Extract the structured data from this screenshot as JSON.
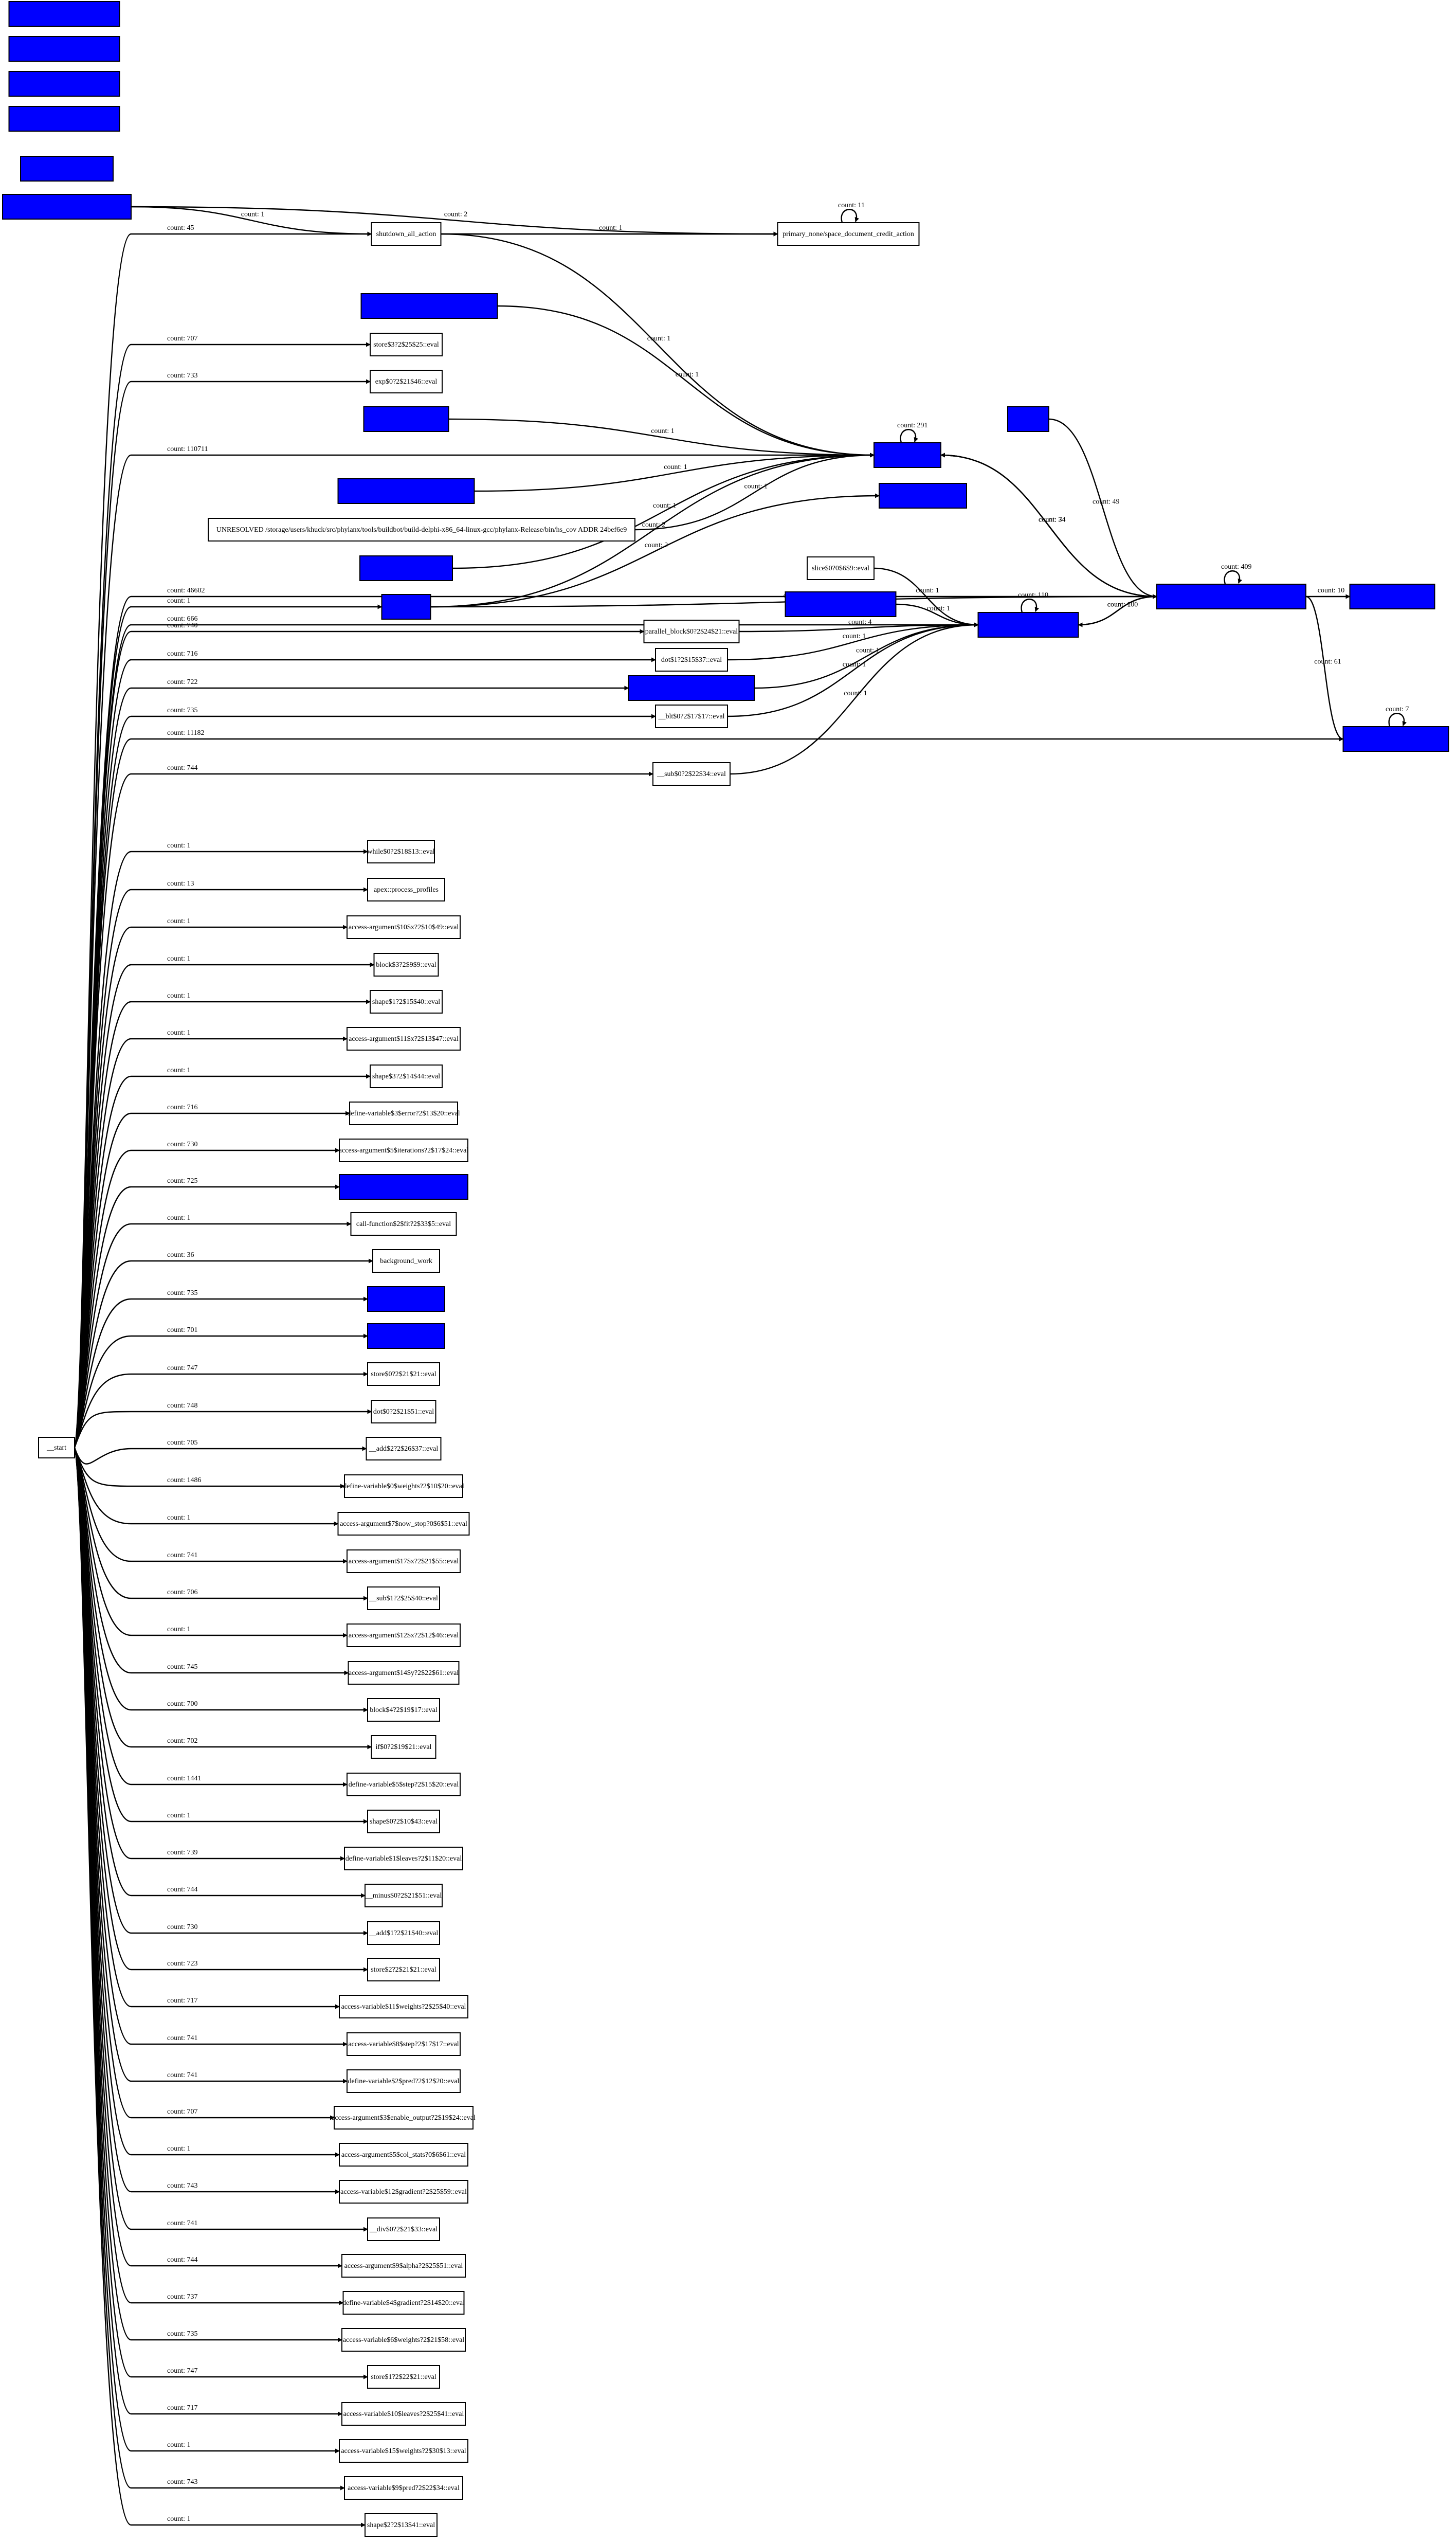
{
  "colors": {
    "node_fill_default": "#ffffff",
    "node_fill_highlight": "#0000ff",
    "stroke": "#000000",
    "background": "#ffffff"
  },
  "nodes": [
    {
      "id": "start",
      "label": "__start",
      "fill": "white"
    },
    {
      "id": "b1",
      "label": "",
      "fill": "blue"
    },
    {
      "id": "b2",
      "label": "",
      "fill": "blue"
    },
    {
      "id": "b3",
      "label": "",
      "fill": "blue"
    },
    {
      "id": "b4",
      "label": "",
      "fill": "blue"
    },
    {
      "id": "b5",
      "label": "",
      "fill": "blue"
    },
    {
      "id": "b6",
      "label": "",
      "fill": "blue"
    },
    {
      "id": "shutdown",
      "label": "shutdown_all_action",
      "fill": "white"
    },
    {
      "id": "primary",
      "label": "primary_none/space_document_credit_action",
      "fill": "white"
    },
    {
      "id": "b7",
      "label": "",
      "fill": "blue"
    },
    {
      "id": "store3",
      "label": "store$3?2$25$25::eval",
      "fill": "white"
    },
    {
      "id": "exp",
      "label": "exp$0?2$21$46::eval",
      "fill": "white"
    },
    {
      "id": "b8",
      "label": "",
      "fill": "blue"
    },
    {
      "id": "hubA",
      "label": "",
      "fill": "blue"
    },
    {
      "id": "b9",
      "label": "",
      "fill": "blue"
    },
    {
      "id": "b10",
      "label": "",
      "fill": "blue"
    },
    {
      "id": "unresolved",
      "label": "UNRESOLVED /storage/users/khuck/src/phylanx/tools/buildbot/build-delphi-x86_64-linux-gcc/phylanx-Release/bin/hs_cov ADDR 24bef6e9",
      "fill": "white"
    },
    {
      "id": "b11",
      "label": "",
      "fill": "blue"
    },
    {
      "id": "b12",
      "label": "",
      "fill": "blue"
    },
    {
      "id": "b13",
      "label": "",
      "fill": "blue"
    },
    {
      "id": "slice",
      "label": "slice$0?0$6$9::eval",
      "fill": "white"
    },
    {
      "id": "b14",
      "label": "",
      "fill": "blue"
    },
    {
      "id": "hubB",
      "label": "",
      "fill": "blue"
    },
    {
      "id": "hubC",
      "label": "",
      "fill": "blue"
    },
    {
      "id": "b15",
      "label": "",
      "fill": "blue"
    },
    {
      "id": "hubD",
      "label": "",
      "fill": "blue"
    },
    {
      "id": "parallel",
      "label": "parallel_block$0?2$24$21::eval",
      "fill": "white"
    },
    {
      "id": "dot1",
      "label": "dot$1?2$15$37::eval",
      "fill": "white"
    },
    {
      "id": "b16",
      "label": "",
      "fill": "blue"
    },
    {
      "id": "blt",
      "label": "__blt$0?2$17$17::eval",
      "fill": "white"
    },
    {
      "id": "sub0",
      "label": "__sub$0?2$22$34::eval",
      "fill": "white"
    },
    {
      "id": "while",
      "label": "while$0?2$18$13::eval",
      "fill": "white"
    },
    {
      "id": "apex",
      "label": "apex::process_profiles",
      "fill": "white"
    },
    {
      "id": "aa10",
      "label": "access-argument$10$x?2$10$49::eval",
      "fill": "white"
    },
    {
      "id": "block3",
      "label": "block$3?2$9$9::eval",
      "fill": "white"
    },
    {
      "id": "shape1",
      "label": "shape$1?2$15$40::eval",
      "fill": "white"
    },
    {
      "id": "aa11",
      "label": "access-argument$11$x?2$13$47::eval",
      "fill": "white"
    },
    {
      "id": "shape3",
      "label": "shape$3?2$14$44::eval",
      "fill": "white"
    },
    {
      "id": "dv3",
      "label": "define-variable$3$error?2$13$20::eval",
      "fill": "white"
    },
    {
      "id": "aa5",
      "label": "access-argument$5$iterations?2$17$24::eval",
      "fill": "white"
    },
    {
      "id": "b17",
      "label": "",
      "fill": "blue"
    },
    {
      "id": "cf",
      "label": "call-function$2$fit?2$33$5::eval",
      "fill": "white"
    },
    {
      "id": "bgwork",
      "label": "background_work",
      "fill": "white"
    },
    {
      "id": "b18",
      "label": "",
      "fill": "blue"
    },
    {
      "id": "b19",
      "label": "",
      "fill": "blue"
    },
    {
      "id": "store0",
      "label": "store$0?2$21$21::eval",
      "fill": "white"
    },
    {
      "id": "dot0",
      "label": "dot$0?2$21$51::eval",
      "fill": "white"
    },
    {
      "id": "add2",
      "label": "__add$2?2$26$37::eval",
      "fill": "white"
    },
    {
      "id": "dv0",
      "label": "define-variable$0$weights?2$10$20::eval",
      "fill": "white"
    },
    {
      "id": "aa7",
      "label": "access-argument$7$now_stop?0$6$51::eval",
      "fill": "white"
    },
    {
      "id": "aa17",
      "label": "access-argument$17$x?2$21$55::eval",
      "fill": "white"
    },
    {
      "id": "sub1",
      "label": "__sub$1?2$25$40::eval",
      "fill": "white"
    },
    {
      "id": "aa12",
      "label": "access-argument$12$x?2$12$46::eval",
      "fill": "white"
    },
    {
      "id": "aa14",
      "label": "access-argument$14$y?2$22$61::eval",
      "fill": "white"
    },
    {
      "id": "block4",
      "label": "block$4?2$19$17::eval",
      "fill": "white"
    },
    {
      "id": "if",
      "label": "if$0?2$19$21::eval",
      "fill": "white"
    },
    {
      "id": "dv5",
      "label": "define-variable$5$step?2$15$20::eval",
      "fill": "white"
    },
    {
      "id": "shape0",
      "label": "shape$0?2$10$43::eval",
      "fill": "white"
    },
    {
      "id": "dv1",
      "label": "define-variable$1$leaves?2$11$20::eval",
      "fill": "white"
    },
    {
      "id": "minus",
      "label": "__minus$0?2$21$51::eval",
      "fill": "white"
    },
    {
      "id": "add1",
      "label": "__add$1?2$21$40::eval",
      "fill": "white"
    },
    {
      "id": "store2",
      "label": "store$2?2$21$21::eval",
      "fill": "white"
    },
    {
      "id": "av11",
      "label": "access-variable$11$weights?2$25$40::eval",
      "fill": "white"
    },
    {
      "id": "av8",
      "label": "access-variable$8$step?2$17$17::eval",
      "fill": "white"
    },
    {
      "id": "dv2",
      "label": "define-variable$2$pred?2$12$20::eval",
      "fill": "white"
    },
    {
      "id": "aa3",
      "label": "access-argument$3$enable_output?2$19$24::eval",
      "fill": "white"
    },
    {
      "id": "aa5b",
      "label": "access-argument$5$col_stats?0$6$61::eval",
      "fill": "white"
    },
    {
      "id": "av12",
      "label": "access-variable$12$gradient?2$25$59::eval",
      "fill": "white"
    },
    {
      "id": "div",
      "label": "__div$0?2$21$33::eval",
      "fill": "white"
    },
    {
      "id": "aa9",
      "label": "access-argument$9$alpha?2$25$51::eval",
      "fill": "white"
    },
    {
      "id": "dv4",
      "label": "define-variable$4$gradient?2$14$20::eval",
      "fill": "white"
    },
    {
      "id": "av6",
      "label": "access-variable$6$weights?2$21$58::eval",
      "fill": "white"
    },
    {
      "id": "store1",
      "label": "store$1?2$22$21::eval",
      "fill": "white"
    },
    {
      "id": "av10",
      "label": "access-variable$10$leaves?2$25$41::eval",
      "fill": "white"
    },
    {
      "id": "av15",
      "label": "access-variable$15$weights?2$30$13::eval",
      "fill": "white"
    },
    {
      "id": "av9",
      "label": "access-variable$9$pred?2$22$34::eval",
      "fill": "white"
    },
    {
      "id": "shape2",
      "label": "shape$2?2$13$41::eval",
      "fill": "white"
    }
  ],
  "edges": [
    {
      "from": "b6",
      "to": "shutdown",
      "label": "count: 1"
    },
    {
      "from": "b6",
      "to": "primary",
      "label": "count: 2"
    },
    {
      "from": "primary",
      "to": "primary",
      "label": "count: 11"
    },
    {
      "from": "shutdown",
      "to": "primary",
      "label": "count: 1"
    },
    {
      "from": "shutdown",
      "to": "hubA",
      "label": "count: 1"
    },
    {
      "from": "start",
      "to": "primary",
      "label": "count: 45"
    },
    {
      "from": "start",
      "to": "store3",
      "label": "count: 707"
    },
    {
      "from": "start",
      "to": "exp",
      "label": "count: 733"
    },
    {
      "from": "b7",
      "to": "hubA",
      "label": "count: 1"
    },
    {
      "from": "b8",
      "to": "hubA",
      "label": "count: 1"
    },
    {
      "from": "start",
      "to": "hubA",
      "label": "count: 110711"
    },
    {
      "from": "hubA",
      "to": "hubA",
      "label": "count: 291"
    },
    {
      "from": "b9",
      "to": "hubA",
      "label": "count: 1"
    },
    {
      "from": "unresolved",
      "to": "hubA",
      "label": "count: 1"
    },
    {
      "from": "b10",
      "to": "hubA",
      "label": "count: 1"
    },
    {
      "from": "b11",
      "to": "hubA",
      "label": "count: 2"
    },
    {
      "from": "b11",
      "to": "hubB",
      "label": "count: 1"
    },
    {
      "from": "b11",
      "to": "b12",
      "label": "count: 2"
    },
    {
      "from": "start",
      "to": "b11",
      "label": "count: 1"
    },
    {
      "from": "hubA",
      "to": "hubB",
      "label": "count: 3"
    },
    {
      "from": "hubB",
      "to": "hubA",
      "label": "count: 34"
    },
    {
      "from": "b13",
      "to": "hubB",
      "label": "count: 49"
    },
    {
      "from": "hubC",
      "to": "hubB",
      "label": "count: 100"
    },
    {
      "from": "hubB",
      "to": "hubC",
      "label": "count: 1"
    },
    {
      "from": "hubC",
      "to": "hubC",
      "label": "count: 110"
    },
    {
      "from": "hubB",
      "to": "hubB",
      "label": "count: 409"
    },
    {
      "from": "hubB",
      "to": "hubA",
      "label": "count: 7"
    },
    {
      "from": "hubB",
      "to": "b15",
      "label": "count: 10"
    },
    {
      "from": "hubB",
      "to": "hubD",
      "label": "count: 61"
    },
    {
      "from": "hubD",
      "to": "hubD",
      "label": "count: 7"
    },
    {
      "from": "slice",
      "to": "hubC",
      "label": "count: 1"
    },
    {
      "from": "b14",
      "to": "hubC",
      "label": "count: 1"
    },
    {
      "from": "start",
      "to": "parallel",
      "label": "count: 740"
    },
    {
      "from": "parallel",
      "to": "hubC",
      "label": "count: 4"
    },
    {
      "from": "start",
      "to": "dot1",
      "label": "count: 716"
    },
    {
      "from": "dot1",
      "to": "hubC",
      "label": "count: 1"
    },
    {
      "from": "start",
      "to": "b16",
      "label": "count: 722"
    },
    {
      "from": "b16",
      "to": "hubC",
      "label": "count: 1"
    },
    {
      "from": "start",
      "to": "blt",
      "label": "count: 735"
    },
    {
      "from": "blt",
      "to": "hubC",
      "label": "count: 1"
    },
    {
      "from": "start",
      "to": "hubC",
      "label": "count: 666"
    },
    {
      "from": "start",
      "to": "sub0",
      "label": "count: 744"
    },
    {
      "from": "sub0",
      "to": "hubC",
      "label": "count: 1"
    },
    {
      "from": "start",
      "to": "hubB",
      "label": "count: 46602"
    },
    {
      "from": "start",
      "to": "hubD",
      "label": "count: 11182"
    },
    {
      "from": "start",
      "to": "while",
      "label": "count: 1"
    },
    {
      "from": "start",
      "to": "apex",
      "label": "count: 13"
    },
    {
      "from": "start",
      "to": "aa10",
      "label": "count: 1"
    },
    {
      "from": "start",
      "to": "block3",
      "label": "count: 1"
    },
    {
      "from": "start",
      "to": "shape1",
      "label": "count: 1"
    },
    {
      "from": "start",
      "to": "aa11",
      "label": "count: 1"
    },
    {
      "from": "start",
      "to": "shape3",
      "label": "count: 1"
    },
    {
      "from": "start",
      "to": "dv3",
      "label": "count: 716"
    },
    {
      "from": "start",
      "to": "aa5",
      "label": "count: 730"
    },
    {
      "from": "start",
      "to": "b17",
      "label": "count: 725"
    },
    {
      "from": "start",
      "to": "cf",
      "label": "count: 1"
    },
    {
      "from": "start",
      "to": "bgwork",
      "label": "count: 36"
    },
    {
      "from": "start",
      "to": "b18",
      "label": "count: 735"
    },
    {
      "from": "start",
      "to": "b19",
      "label": "count: 701"
    },
    {
      "from": "start",
      "to": "store0",
      "label": "count: 747"
    },
    {
      "from": "start",
      "to": "dot0",
      "label": "count: 748"
    },
    {
      "from": "start",
      "to": "add2",
      "label": "count: 705"
    },
    {
      "from": "start",
      "to": "dv0",
      "label": "count: 1486"
    },
    {
      "from": "start",
      "to": "aa7",
      "label": "count: 1"
    },
    {
      "from": "start",
      "to": "aa17",
      "label": "count: 741"
    },
    {
      "from": "start",
      "to": "sub1",
      "label": "count: 706"
    },
    {
      "from": "start",
      "to": "aa12",
      "label": "count: 1"
    },
    {
      "from": "start",
      "to": "aa14",
      "label": "count: 745"
    },
    {
      "from": "start",
      "to": "block4",
      "label": "count: 700"
    },
    {
      "from": "start",
      "to": "if",
      "label": "count: 702"
    },
    {
      "from": "start",
      "to": "dv5",
      "label": "count: 1441"
    },
    {
      "from": "start",
      "to": "shape0",
      "label": "count: 1"
    },
    {
      "from": "start",
      "to": "dv1",
      "label": "count: 739"
    },
    {
      "from": "start",
      "to": "minus",
      "label": "count: 744"
    },
    {
      "from": "start",
      "to": "add1",
      "label": "count: 730"
    },
    {
      "from": "start",
      "to": "store2",
      "label": "count: 723"
    },
    {
      "from": "start",
      "to": "av11",
      "label": "count: 717"
    },
    {
      "from": "start",
      "to": "av8",
      "label": "count: 741"
    },
    {
      "from": "start",
      "to": "dv2",
      "label": "count: 741"
    },
    {
      "from": "start",
      "to": "aa3",
      "label": "count: 707"
    },
    {
      "from": "start",
      "to": "aa5b",
      "label": "count: 1"
    },
    {
      "from": "start",
      "to": "av12",
      "label": "count: 743"
    },
    {
      "from": "start",
      "to": "div",
      "label": "count: 741"
    },
    {
      "from": "start",
      "to": "aa9",
      "label": "count: 744"
    },
    {
      "from": "start",
      "to": "dv4",
      "label": "count: 737"
    },
    {
      "from": "start",
      "to": "av6",
      "label": "count: 735"
    },
    {
      "from": "start",
      "to": "store1",
      "label": "count: 747"
    },
    {
      "from": "start",
      "to": "av10",
      "label": "count: 717"
    },
    {
      "from": "start",
      "to": "av15",
      "label": "count: 1"
    },
    {
      "from": "start",
      "to": "av9",
      "label": "count: 743"
    },
    {
      "from": "start",
      "to": "shape2",
      "label": "count: 1"
    }
  ]
}
